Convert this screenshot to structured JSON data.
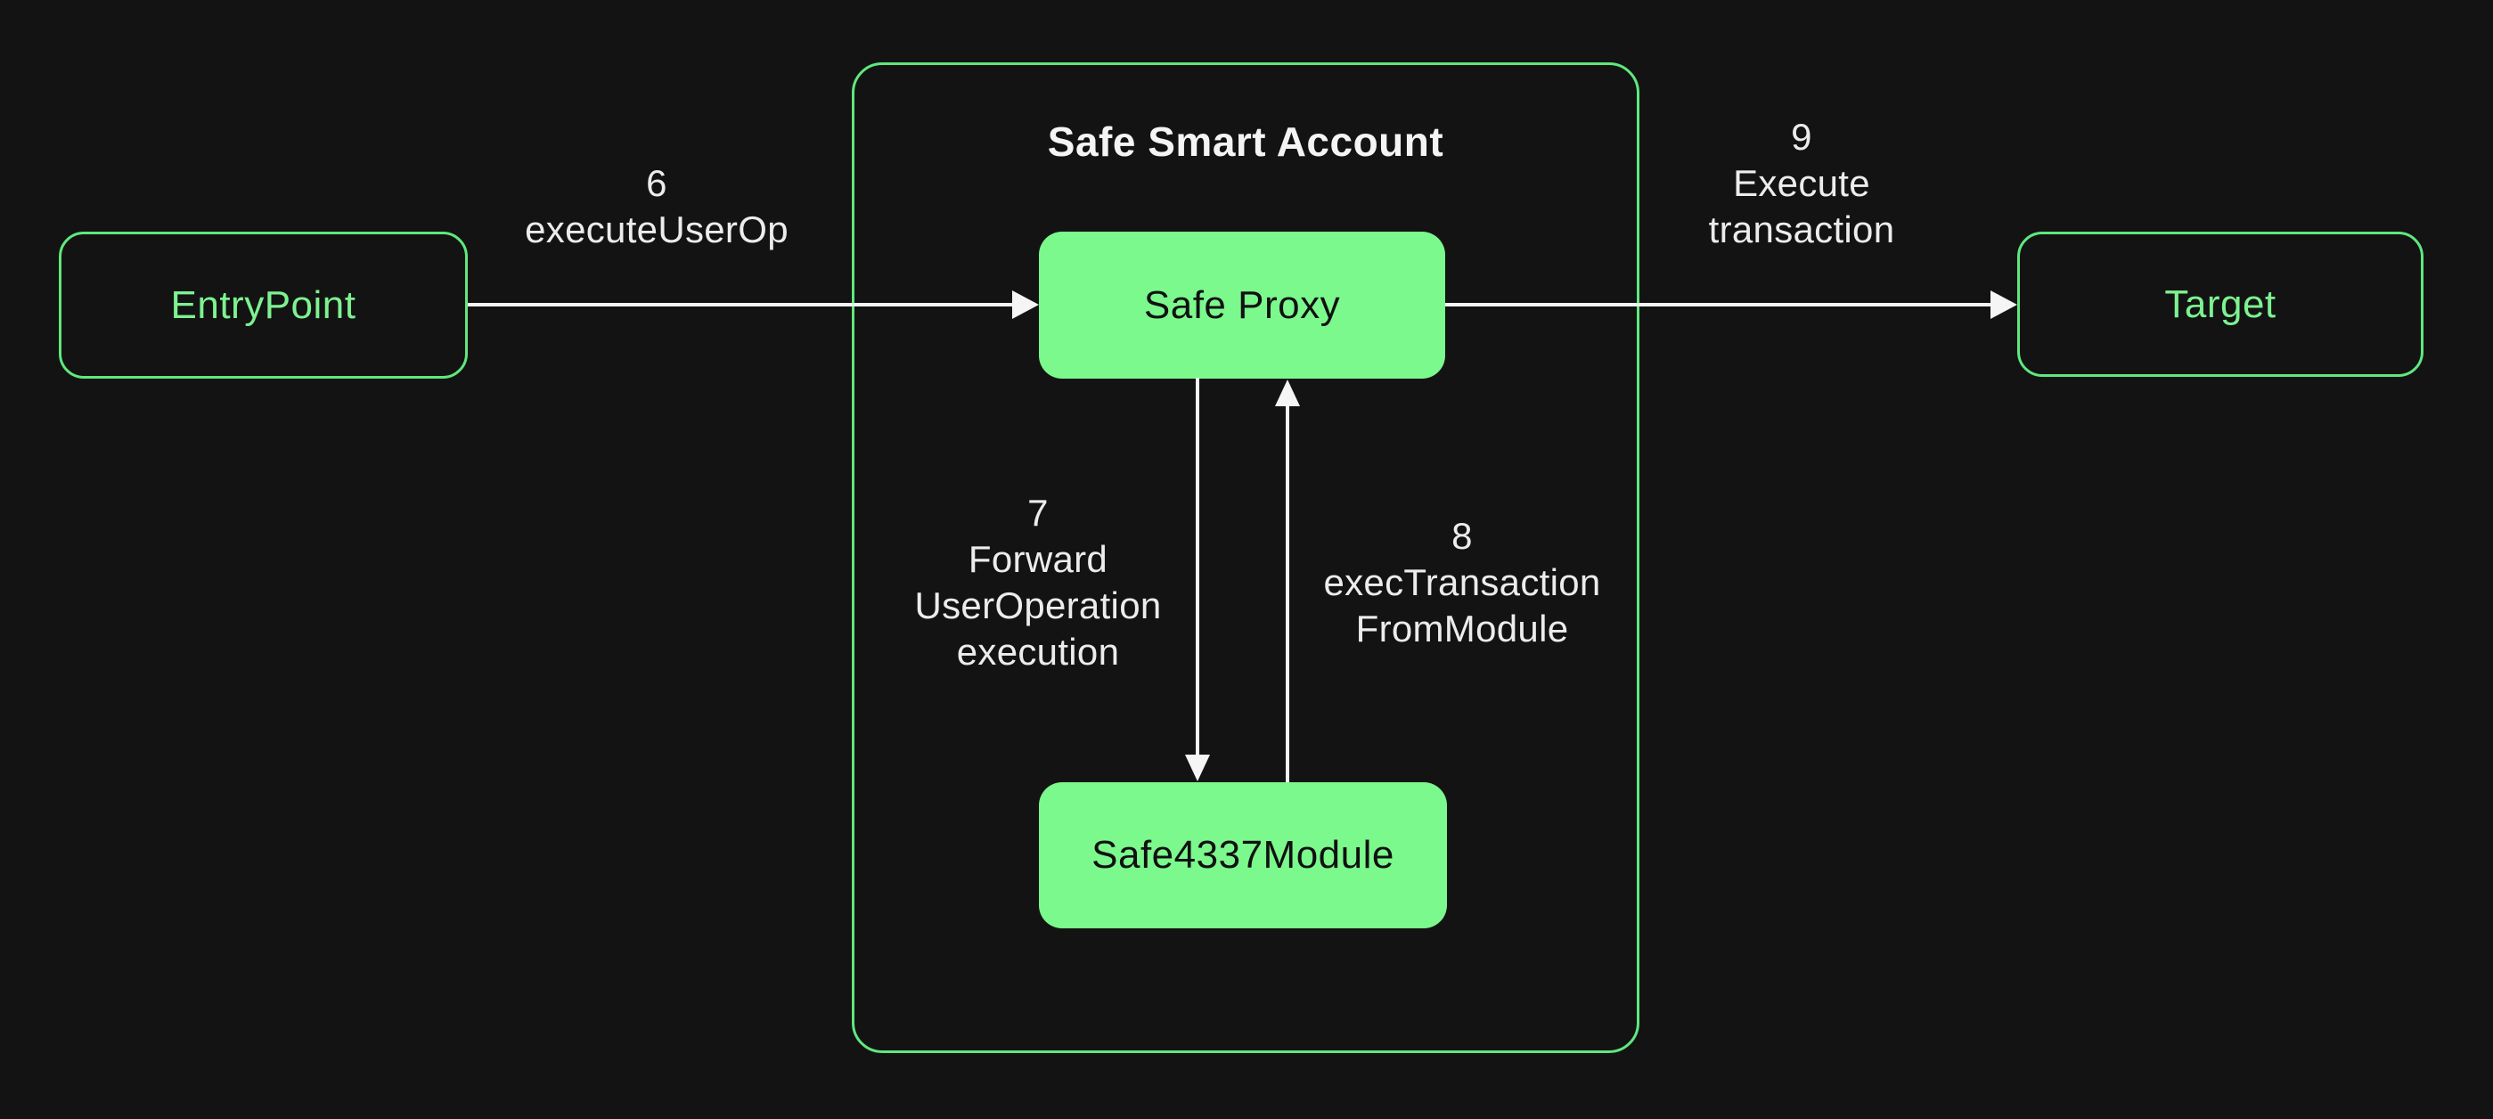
{
  "diagram": {
    "colors": {
      "background": "#131313",
      "green_stroke": "#5FE87D",
      "green_fill": "#7BF98C",
      "green_text": "#7DF290",
      "arrow_white": "#F5F5F5",
      "label_white": "#ECECEC",
      "node_dark_text": "#111111"
    },
    "nodes": {
      "entrypoint": {
        "label": "EntryPoint"
      },
      "smart_account_container": {
        "title": "Safe Smart Account"
      },
      "safe_proxy": {
        "label": "Safe Proxy"
      },
      "safe_4337_module": {
        "label": "Safe4337Module"
      },
      "target": {
        "label": "Target"
      }
    },
    "edges": {
      "edge6": {
        "step": "6",
        "lines": [
          "executeUserOp"
        ]
      },
      "edge7": {
        "step": "7",
        "lines": [
          "Forward",
          "UserOperation",
          "execution"
        ]
      },
      "edge8": {
        "step": "8",
        "lines": [
          "execTransaction",
          "FromModule"
        ]
      },
      "edge9": {
        "step": "9",
        "lines": [
          "Execute",
          "transaction"
        ]
      }
    }
  }
}
